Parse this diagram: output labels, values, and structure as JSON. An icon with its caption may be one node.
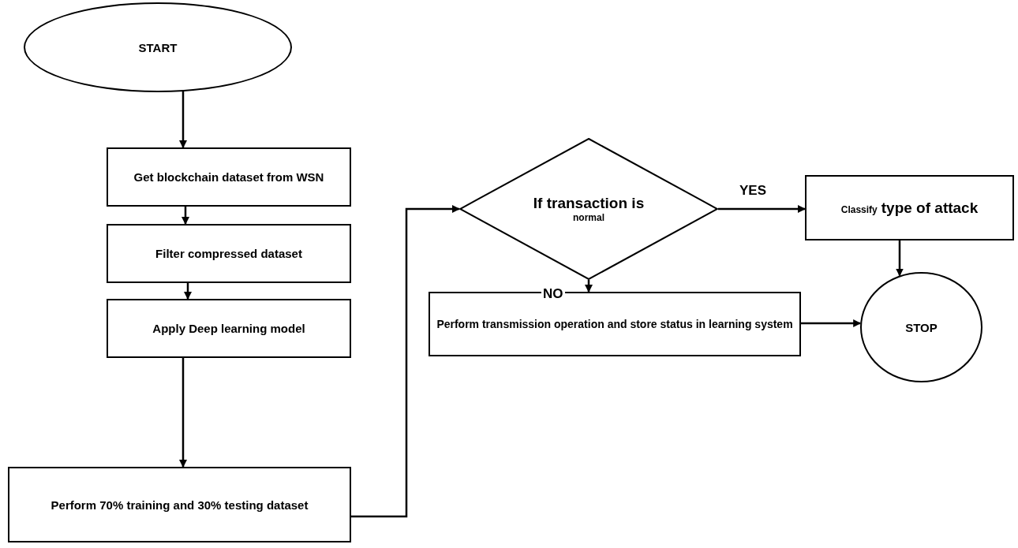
{
  "diagram": {
    "nodes": [
      {
        "text": [
          "START"
        ]
      },
      {
        "text": [
          "Get blockchain dataset from WSN"
        ]
      },
      {
        "text": [
          "Filter compressed dataset"
        ]
      },
      {
        "text": [
          "Apply Deep learning model"
        ]
      },
      {
        "text": [
          "Perform 70% training and 30% testing dataset"
        ]
      },
      {
        "text": [
          "If transaction is",
          "normal"
        ]
      },
      {
        "text": [
          "Classify",
          "type of attack"
        ]
      },
      {
        "text": [
          "Perform transmission operation and store status in learning system"
        ]
      },
      {
        "text": [
          "STOP"
        ]
      }
    ],
    "edges": [
      {
        "from": 0,
        "to": 1,
        "arrow": "to"
      },
      {
        "from": 1,
        "to": 2,
        "arrow": "to"
      },
      {
        "from": 2,
        "to": 3,
        "arrow": "to"
      },
      {
        "from": 3,
        "to": 4,
        "arrow": "to"
      },
      {
        "from": 4,
        "to": 5,
        "arrow": "to"
      },
      {
        "from": 5,
        "to": 6,
        "arrow": "to",
        "label": "YES"
      },
      {
        "from": 5,
        "to": 7,
        "arrow": "to",
        "label": "NO"
      },
      {
        "from": 6,
        "to": 8,
        "arrow": "to"
      },
      {
        "from": 7,
        "to": 8,
        "arrow": "to"
      }
    ]
  }
}
